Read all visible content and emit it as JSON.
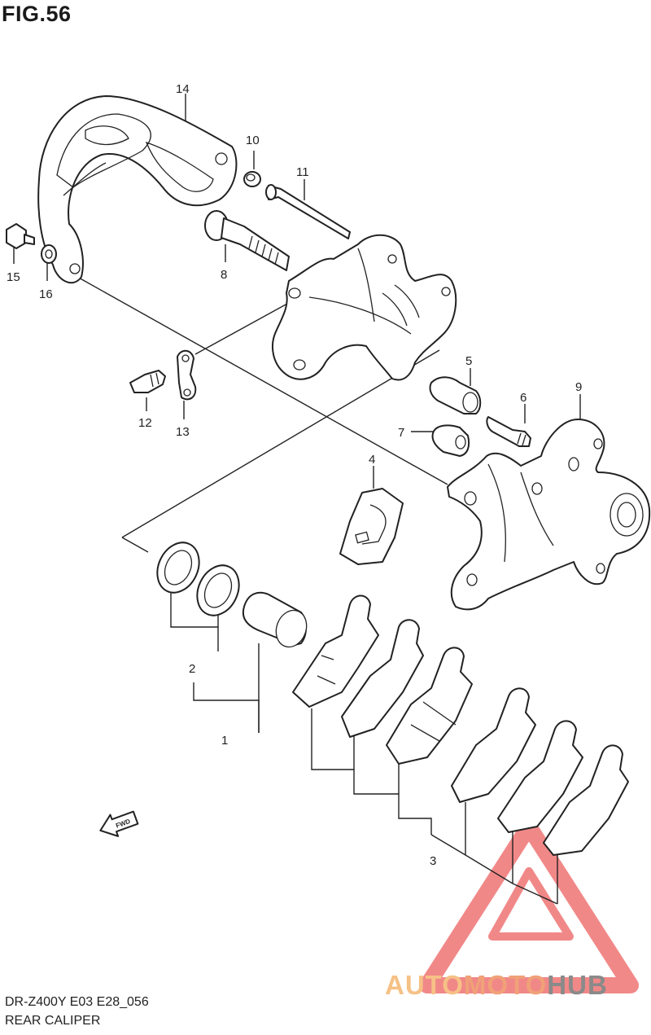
{
  "figure": {
    "title": "FIG.56"
  },
  "callouts": [
    {
      "id": "1",
      "label": "1"
    },
    {
      "id": "2",
      "label": "2"
    },
    {
      "id": "3",
      "label": "3"
    },
    {
      "id": "4",
      "label": "4"
    },
    {
      "id": "5",
      "label": "5"
    },
    {
      "id": "6",
      "label": "6"
    },
    {
      "id": "7",
      "label": "7"
    },
    {
      "id": "8",
      "label": "8"
    },
    {
      "id": "9",
      "label": "9"
    },
    {
      "id": "10",
      "label": "10"
    },
    {
      "id": "11",
      "label": "11"
    },
    {
      "id": "12",
      "label": "12"
    },
    {
      "id": "13",
      "label": "13"
    },
    {
      "id": "14",
      "label": "14"
    },
    {
      "id": "15",
      "label": "15"
    },
    {
      "id": "16",
      "label": "16"
    }
  ],
  "direction_arrow": {
    "label": "FWD"
  },
  "footer": {
    "model_code": "DR-Z400Y E03 E28_056",
    "section_name": "REAR CALIPER"
  },
  "watermark": {
    "part1": "AUTO",
    "part2": "MOTO",
    "part3": "HUB",
    "colors": {
      "auto": "#f6c185",
      "moto": "#f0a178",
      "hub": "#8a8a8a",
      "triangle": "#ee6b6b"
    }
  }
}
